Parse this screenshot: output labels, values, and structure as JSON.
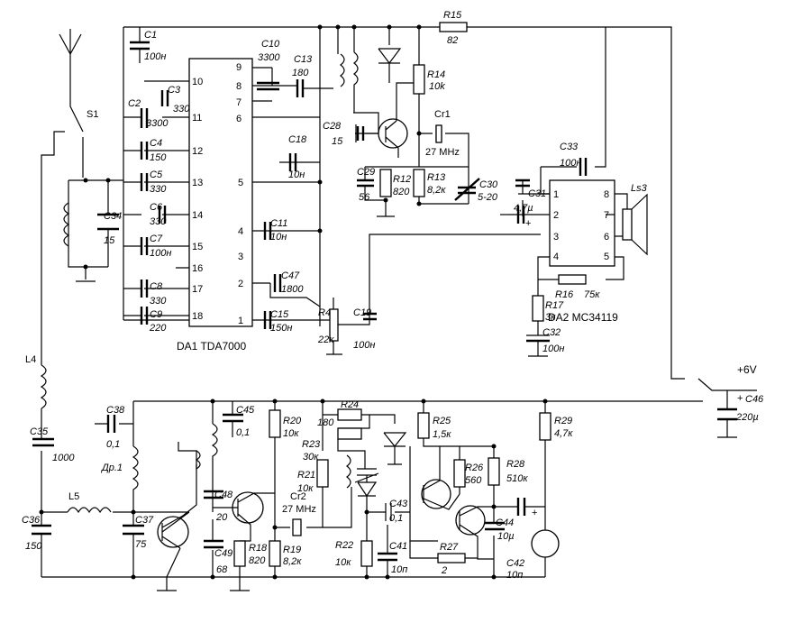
{
  "labels": {
    "s1": "S1",
    "c1": "C1",
    "c1v": "100н",
    "c2": "C2",
    "c2v": "3300",
    "c3": "C3",
    "c3v": "330",
    "c4": "C4",
    "c4v": "150",
    "c5": "C5",
    "c5v": "330",
    "c6": "C6",
    "c6v": "330",
    "c7": "C7",
    "c7v": "100н",
    "c8": "C8",
    "c8v": "330",
    "c9": "C9",
    "c9v": "220",
    "c10": "C10",
    "c10v": "3300",
    "c13": "C13",
    "c13v": "180",
    "c18": "C18",
    "c18v": "10н",
    "c11": "C11",
    "c11v": "10н",
    "c47": "C47",
    "c47v": "1800",
    "c15": "C15",
    "c15v": "150н",
    "c34": "C34",
    "c34v": "15",
    "c28": "C28",
    "c28v": "15",
    "c29": "C29",
    "c29v": "56",
    "r12": "R12",
    "r12v": "820",
    "r13": "R13",
    "r13v": "8,2к",
    "r14": "R14",
    "r14v": "10k",
    "r15": "R15",
    "r15v": "82",
    "cr1": "Cr1",
    "cr1v": "27 MHz",
    "c30": "C30",
    "c30v": "5-20",
    "c31": "C31",
    "c31v": "4,7µ",
    "c33": "C33",
    "c33v": "100н",
    "c32": "C32",
    "c32v": "100н",
    "r16": "R16",
    "r16v": "75к",
    "r17": "R17",
    "r17v": "3к",
    "r4": "R4",
    "r4v": "22к",
    "c19": "C19",
    "c19v": "100н",
    "ls3": "Ls3",
    "da1": "DA1  TDA7000",
    "da2": "DA2  MC34119",
    "l4": "L4",
    "c35": "C35",
    "c35v": "1000",
    "c36": "C36",
    "c36v": "150",
    "l5": "L5",
    "c37": "C37",
    "c37v": "75",
    "c38": "C38",
    "c38v": "0,1",
    "dr1": "Др.1",
    "c45": "C45",
    "c45v": "0,1",
    "c48": "C48",
    "c48v": "20",
    "c49": "C49",
    "c49v": "68",
    "r18": "R18",
    "r18v": "820",
    "r19": "R19",
    "r19v": "8,2к",
    "r20": "R20",
    "r20v": "10к",
    "cr2": "Cr2",
    "cr2v": "27 MHz",
    "r21": "R21",
    "r21v": "10к",
    "r22": "R22",
    "r22v": "10к",
    "r23": "R23",
    "r23v": "30к",
    "r24": "R24",
    "r24v": "180",
    "c41": "C41",
    "c41v": "10п",
    "c43": "C43",
    "c43v": "0,1",
    "r25": "R25",
    "r25v": "1,5к",
    "r26": "R26",
    "r26v": "560",
    "r27": "R27",
    "r27v": "2",
    "r28": "R28",
    "r28v": "510к",
    "r29": "R29",
    "r29v": "4,7к",
    "c42": "C42",
    "c42v": "10п",
    "c44": "C44",
    "c44v": "10µ",
    "c46": "C46",
    "c46v": "220µ",
    "vcc": "+6V",
    "plus": "+"
  },
  "pins_da1": [
    "9",
    "8",
    "7",
    "6",
    "10",
    "11",
    "12",
    "13",
    "14",
    "15",
    "16",
    "17",
    "18",
    "5",
    "4",
    "3",
    "2",
    "1"
  ],
  "pins_da2": [
    "1",
    "2",
    "3",
    "4",
    "8",
    "7",
    "6",
    "5"
  ]
}
